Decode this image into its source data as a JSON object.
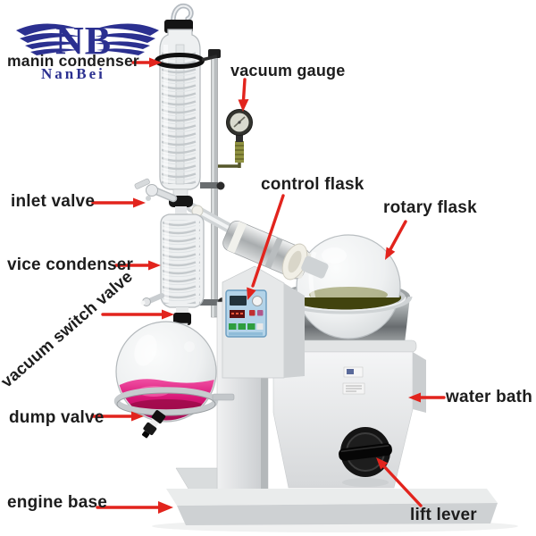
{
  "brand": {
    "initials": "NB",
    "name": "NanBei",
    "color": "#2b3090"
  },
  "callouts": {
    "arrow_color": "#e2241d",
    "text_color": "#1d1d1d",
    "items": {
      "main_condenser": "manin condenser",
      "vacuum_gauge": "vacuum gauge",
      "inlet_valve": "inlet valve",
      "control_flask": "control flask",
      "rotary_flask": "rotary flask",
      "vice_condenser": "vice condenser",
      "vacuum_switch_valve": "vacuum switch valve",
      "dump_valve": "dump valve",
      "water_bath": "water bath",
      "engine_base": "engine base",
      "lift_lever": "lift lever"
    }
  },
  "machine": {
    "colors": {
      "bath_liquid": "#4a4c10",
      "collection_flask_liquid": "#d81677",
      "control_panel": "#b3d3e8",
      "housing": "#e6e8e9",
      "logo_navy": "#2b3090"
    }
  }
}
